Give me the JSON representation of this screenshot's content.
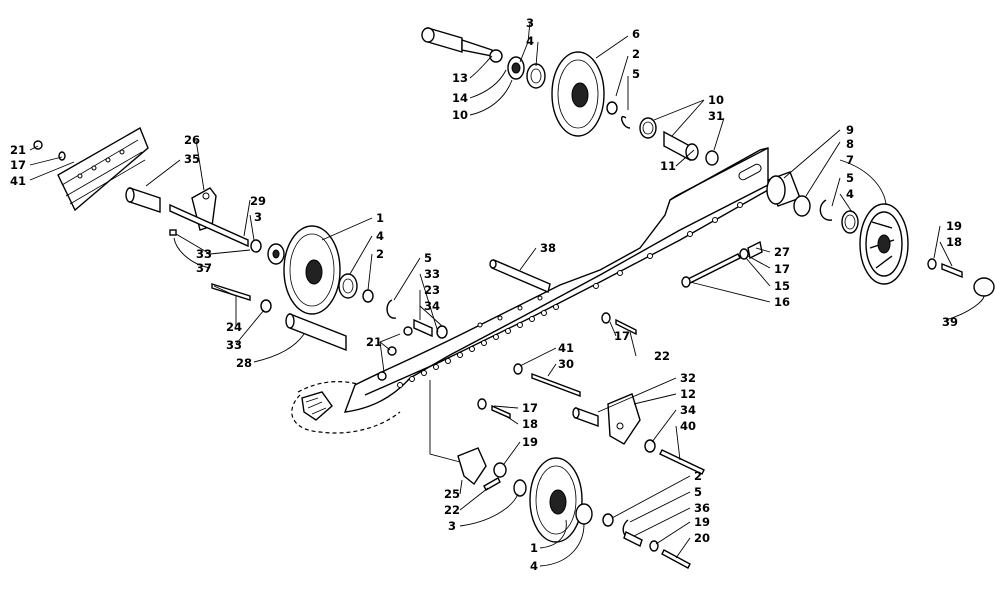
{
  "callouts": [
    {
      "id": "c1",
      "text": "13"
    },
    {
      "id": "c2",
      "text": "14"
    },
    {
      "id": "c3",
      "text": "10"
    },
    {
      "id": "c4",
      "text": "3"
    },
    {
      "id": "c5",
      "text": "4"
    },
    {
      "id": "c6",
      "text": "6"
    },
    {
      "id": "c7",
      "text": "2"
    },
    {
      "id": "c8",
      "text": "5"
    },
    {
      "id": "c9",
      "text": "10"
    },
    {
      "id": "c10",
      "text": "31"
    },
    {
      "id": "c11",
      "text": "11"
    },
    {
      "id": "c12",
      "text": "9"
    },
    {
      "id": "c13",
      "text": "8"
    },
    {
      "id": "c14",
      "text": "7"
    },
    {
      "id": "c15",
      "text": "5"
    },
    {
      "id": "c16",
      "text": "4"
    },
    {
      "id": "c17",
      "text": "19"
    },
    {
      "id": "c18",
      "text": "18"
    },
    {
      "id": "c19",
      "text": "39"
    },
    {
      "id": "c20",
      "text": "27"
    },
    {
      "id": "c21",
      "text": "17"
    },
    {
      "id": "c22",
      "text": "15"
    },
    {
      "id": "c23",
      "text": "16"
    },
    {
      "id": "c24",
      "text": "38"
    },
    {
      "id": "c25",
      "text": "21"
    },
    {
      "id": "c26",
      "text": "17"
    },
    {
      "id": "c27",
      "text": "41"
    },
    {
      "id": "c28",
      "text": "26"
    },
    {
      "id": "c29",
      "text": "35"
    },
    {
      "id": "c30",
      "text": "29"
    },
    {
      "id": "c31",
      "text": "3"
    },
    {
      "id": "c32",
      "text": "33"
    },
    {
      "id": "c33",
      "text": "37"
    },
    {
      "id": "c34",
      "text": "1"
    },
    {
      "id": "c35",
      "text": "4"
    },
    {
      "id": "c36",
      "text": "2"
    },
    {
      "id": "c37",
      "text": "5"
    },
    {
      "id": "c38",
      "text": "33"
    },
    {
      "id": "c39",
      "text": "23"
    },
    {
      "id": "c40",
      "text": "34"
    },
    {
      "id": "c41",
      "text": "24"
    },
    {
      "id": "c42",
      "text": "33"
    },
    {
      "id": "c43",
      "text": "28"
    },
    {
      "id": "c44",
      "text": "21"
    },
    {
      "id": "c45",
      "text": "17"
    },
    {
      "id": "c46",
      "text": "22"
    },
    {
      "id": "c47",
      "text": "41"
    },
    {
      "id": "c48",
      "text": "30"
    },
    {
      "id": "c49",
      "text": "32"
    },
    {
      "id": "c50",
      "text": "12"
    },
    {
      "id": "c51",
      "text": "34"
    },
    {
      "id": "c52",
      "text": "40"
    },
    {
      "id": "c53",
      "text": "17"
    },
    {
      "id": "c54",
      "text": "18"
    },
    {
      "id": "c55",
      "text": "19"
    },
    {
      "id": "c56",
      "text": "25"
    },
    {
      "id": "c57",
      "text": "22"
    },
    {
      "id": "c58",
      "text": "3"
    },
    {
      "id": "c59",
      "text": "2"
    },
    {
      "id": "c60",
      "text": "5"
    },
    {
      "id": "c61",
      "text": "36"
    },
    {
      "id": "c62",
      "text": "19"
    },
    {
      "id": "c63",
      "text": "20"
    },
    {
      "id": "c64",
      "text": "1"
    },
    {
      "id": "c65",
      "text": "4"
    }
  ]
}
